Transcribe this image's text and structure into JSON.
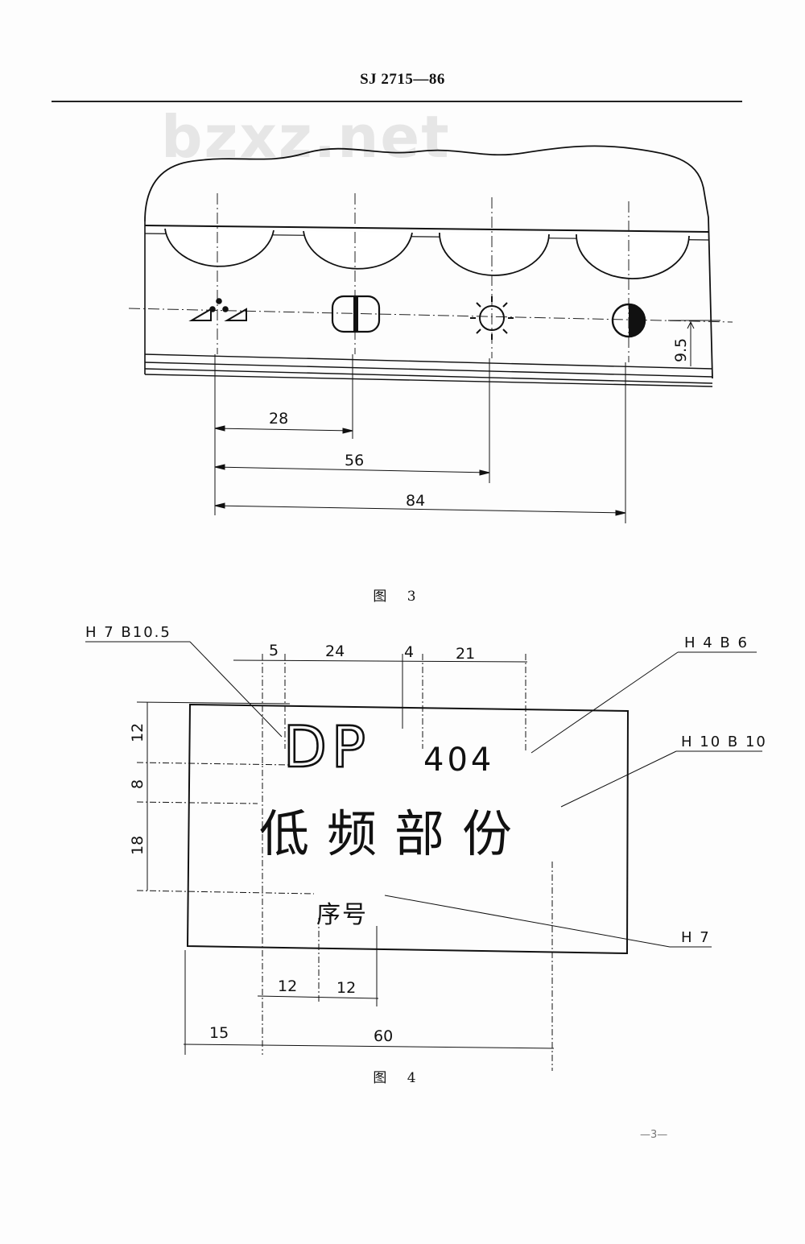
{
  "header": {
    "standard_code": "SJ 2715—86"
  },
  "watermark": "bzxz.net",
  "figure3": {
    "caption": "图  3",
    "dims": {
      "height": "9.5",
      "d1": "28",
      "d2": "56",
      "d3": "84"
    },
    "icons": [
      "contrast-triangles-dots-icon",
      "volume-bar-icon",
      "brightness-sun-icon",
      "half-circle-contrast-icon"
    ]
  },
  "figure4": {
    "caption": "图  4",
    "labels": {
      "top_left": "H 7  B10.5",
      "top_right": "H 4  B 6",
      "right_mid": "H 10  B 10",
      "right_bottom": "H 7"
    },
    "plate": {
      "model_letters": "DP",
      "model_number": "404",
      "main_text": "低频部份",
      "serial_label": "序号"
    },
    "dims_top": [
      "5",
      "24",
      "4",
      "21"
    ],
    "dims_left": [
      "12",
      "8",
      "18"
    ],
    "dims_bottom_small": [
      "12",
      "12"
    ],
    "dims_bottom": [
      "15",
      "60"
    ]
  },
  "page_number": "—3—"
}
